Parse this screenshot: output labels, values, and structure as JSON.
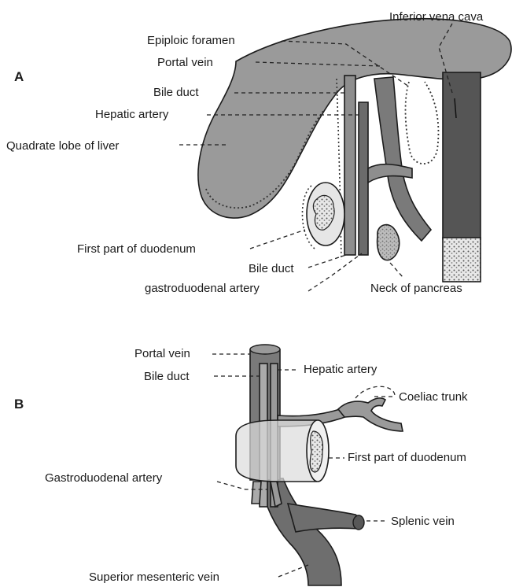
{
  "panels": {
    "a": "A",
    "b": "B"
  },
  "labels_a": {
    "inferior_vena_cava": "Inferior vena cava",
    "epiploic_foramen": "Epiploic foramen",
    "portal_vein": "Portal vein",
    "bile_duct": "Bile duct",
    "hepatic_artery": "Hepatic artery",
    "quadrate_lobe": "Quadrate lobe of liver",
    "first_part_duodenum": "First part of duodenum",
    "bile_duct_lower": "Bile duct",
    "gastroduodenal_artery": "gastroduodenal artery",
    "neck_of_pancreas": "Neck of pancreas"
  },
  "labels_b": {
    "portal_vein": "Portal vein",
    "bile_duct": "Bile duct",
    "hepatic_artery": "Hepatic artery",
    "coeliac_trunk": "Coeliac trunk",
    "first_part_duodenum": "First part of duodenum",
    "gastroduodenal_artery": "Gastroduodenal artery",
    "splenic_vein": "Splenic vein",
    "superior_mesenteric_vein": "Superior mesenteric vein"
  }
}
